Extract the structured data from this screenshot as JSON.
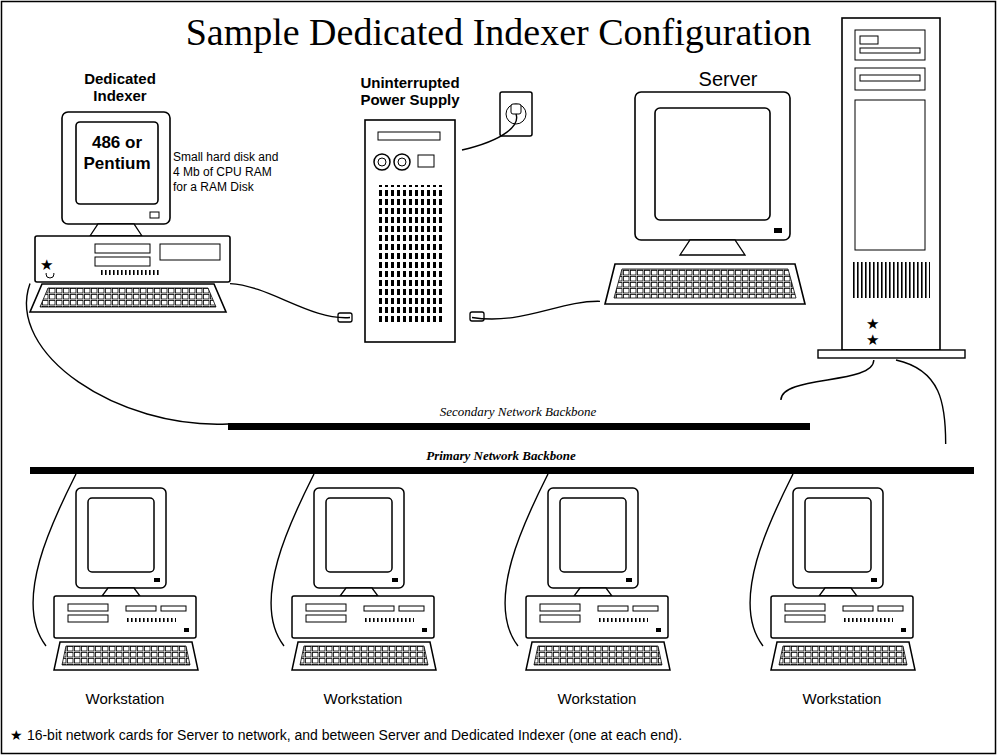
{
  "diagram": {
    "title": "Sample Dedicated Indexer Configuration",
    "caption": "★ 16-bit network cards for Server to network, and between Server and Dedicated Indexer (one at each end).",
    "nodes": [
      {
        "text": [
          "Dedicated Indexer",
          "486 or Pentium"
        ]
      },
      {
        "text": [
          "Uninterrupted Power Supply"
        ]
      },
      {
        "text": [
          "Server"
        ]
      },
      {
        "text": [
          "Secondary Network Backbone"
        ]
      },
      {
        "text": [
          "Primary Network Backbone"
        ]
      },
      {
        "text": [
          "Workstation"
        ]
      },
      {
        "text": [
          "Workstation"
        ]
      },
      {
        "text": [
          "Workstation"
        ]
      },
      {
        "text": [
          "Workstation"
        ]
      }
    ],
    "edges": [
      {
        "from": 0,
        "to": 3,
        "arrow": "none"
      },
      {
        "from": 2,
        "to": 3,
        "arrow": "none"
      },
      {
        "from": 2,
        "to": 4,
        "arrow": "none"
      },
      {
        "from": 1,
        "to": 0,
        "arrow": "none"
      },
      {
        "from": 1,
        "to": 2,
        "arrow": "none"
      },
      {
        "from": 4,
        "to": 5,
        "arrow": "none"
      },
      {
        "from": 4,
        "to": 6,
        "arrow": "none"
      },
      {
        "from": 4,
        "to": 7,
        "arrow": "none"
      },
      {
        "from": 4,
        "to": 8,
        "arrow": "none"
      }
    ],
    "labels": [
      "Small hard disk and 4 Mb of CPU RAM for a RAM Disk",
      "★",
      "★",
      "★"
    ]
  }
}
